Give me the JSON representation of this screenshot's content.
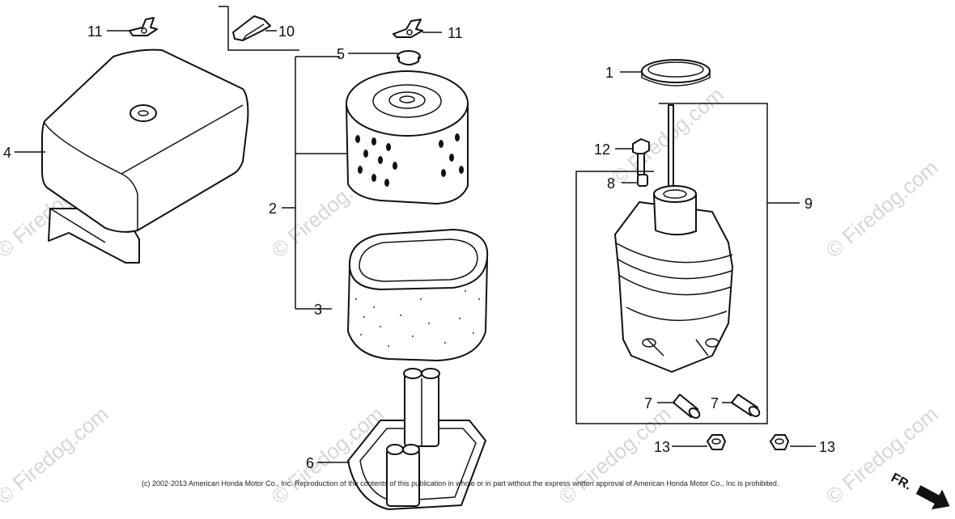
{
  "callouts": [
    {
      "id": "1"
    },
    {
      "id": "2"
    },
    {
      "id": "3"
    },
    {
      "id": "4"
    },
    {
      "id": "5"
    },
    {
      "id": "6"
    },
    {
      "id": "7a",
      "text": "7"
    },
    {
      "id": "7b",
      "text": "7"
    },
    {
      "id": "8"
    },
    {
      "id": "9"
    },
    {
      "id": "10"
    },
    {
      "id": "11a",
      "text": "11"
    },
    {
      "id": "11b",
      "text": "11"
    },
    {
      "id": "12"
    },
    {
      "id": "13a",
      "text": "13"
    },
    {
      "id": "13b",
      "text": "13"
    }
  ],
  "watermark": "© Firedog.com",
  "copyright": "(c) 2002-2013 American Honda Motor Co., Inc. Reproduction of the contents of this publication in whole or in part without the express written approval of American Honda Motor Co., Inc is prohibited.",
  "direction_label": "FR."
}
